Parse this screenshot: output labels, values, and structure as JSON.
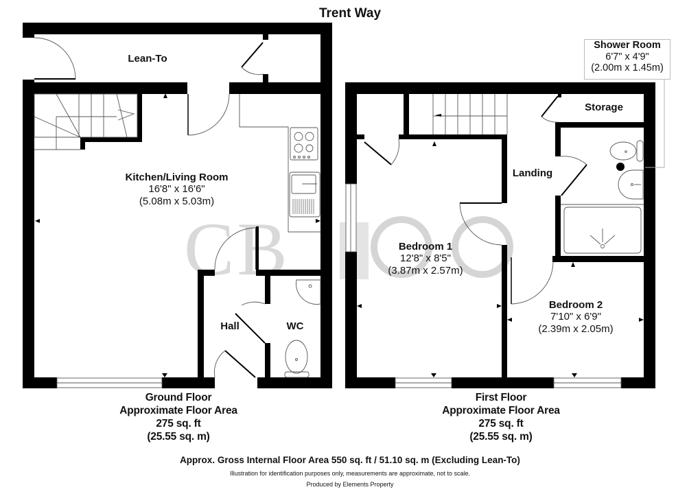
{
  "title": "Trent Way",
  "watermark": "CB",
  "ground_floor": {
    "rooms": [
      {
        "name": "Lean-To",
        "dims_imperial": "",
        "dims_metric": ""
      },
      {
        "name": "Kitchen/Living Room",
        "dims_imperial": "16'8\" x 16'6\"",
        "dims_metric": "(5.08m x 5.03m)"
      },
      {
        "name": "Hall",
        "dims_imperial": "",
        "dims_metric": ""
      },
      {
        "name": "WC",
        "dims_imperial": "",
        "dims_metric": ""
      }
    ],
    "caption": {
      "floor": "Ground Floor",
      "area_label": "Approximate Floor Area",
      "area_sqft": "275 sq. ft",
      "area_sqm": "(25.55 sq. m)"
    }
  },
  "first_floor": {
    "rooms": [
      {
        "name": "Storage",
        "dims_imperial": "",
        "dims_metric": ""
      },
      {
        "name": "Landing",
        "dims_imperial": "",
        "dims_metric": ""
      },
      {
        "name": "Bedroom 1",
        "dims_imperial": "12'8\" x 8'5\"",
        "dims_metric": "(3.87m x 2.57m)"
      },
      {
        "name": "Bedroom 2",
        "dims_imperial": "7'10\" x 6'9\"",
        "dims_metric": "(2.39m x 2.05m)"
      },
      {
        "name": "Shower Room",
        "dims_imperial": "6'7\" x 4'9\"",
        "dims_metric": "(2.00m x 1.45m)"
      }
    ],
    "caption": {
      "floor": "First Floor",
      "area_label": "Approximate Floor Area",
      "area_sqft": "275 sq. ft",
      "area_sqm": "(25.55 sq. m)"
    }
  },
  "footer": {
    "gross_area": "Approx. Gross Internal Floor Area 550 sq. ft / 51.10 sq. m (Excluding Lean-To)",
    "disclaimer": "Illustration for identification purposes only, measurements are approximate, not to scale.",
    "producer": "Produced by Elements Property"
  },
  "colors": {
    "wall": "#000000",
    "fixture_line": "#555555",
    "watermark": "#d0d0d0",
    "callout_border": "#bbbbbb"
  }
}
